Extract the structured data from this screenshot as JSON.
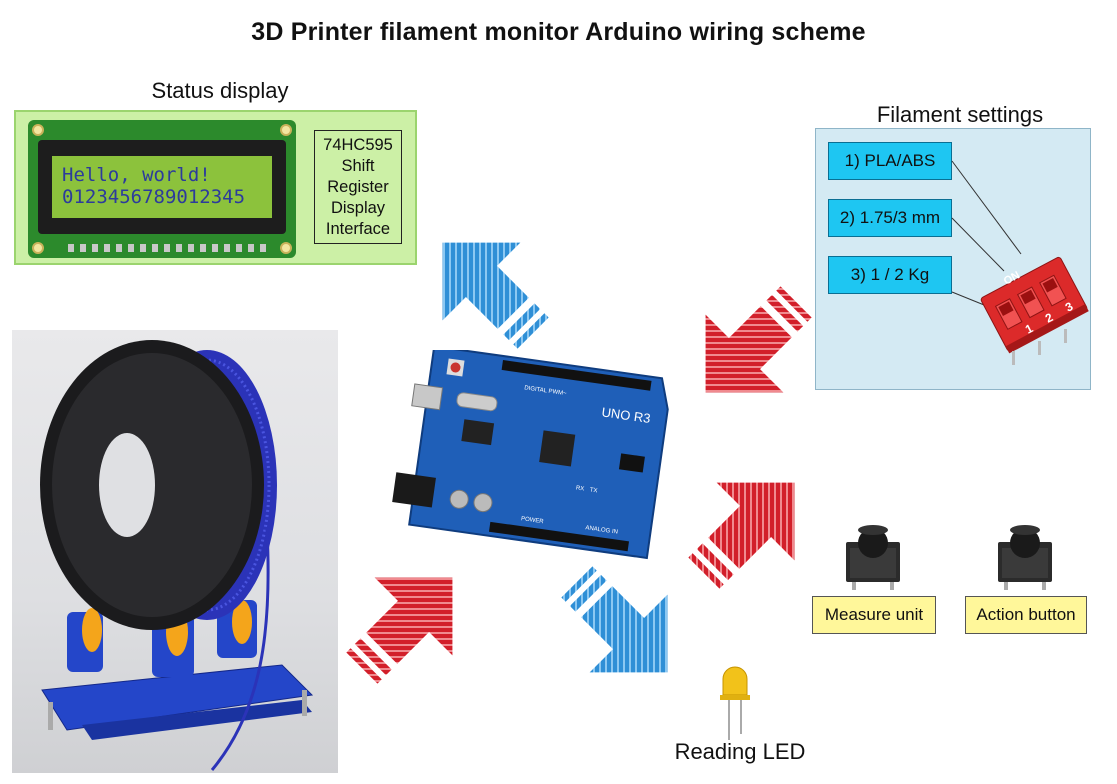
{
  "title": "3D Printer filament monitor Arduino wiring scheme",
  "status_display": {
    "caption": "Status display",
    "lcd_lines": [
      "Hello, world!",
      "0123456789012345"
    ],
    "shift_register_lines": [
      "74HC595",
      "Shift",
      "Register",
      "Display",
      "Interface"
    ]
  },
  "filament_settings": {
    "caption": "Filament settings",
    "options": [
      "1) PLA/ABS",
      "2) 1.75/3 mm",
      "3) 1 / 2 Kg"
    ],
    "dip_on_label": "ON",
    "dip_numbers": [
      "1",
      "2",
      "3"
    ]
  },
  "board": {
    "label": "UNO R3",
    "silkscreen": [
      "DIGITAL PWM~",
      "POWER",
      "ANALOG IN",
      "RX",
      "TX"
    ]
  },
  "buttons": {
    "measure_label": "Measure unit",
    "action_label": "Action button"
  },
  "led": {
    "caption": "Reading LED"
  },
  "colors": {
    "out_arrow": "#2f8fd6",
    "in_arrow": "#d21f2a",
    "status_panel": "#ccf0a6",
    "settings_panel": "#d4eaf3",
    "setting_box": "#1ec6f2",
    "button_label": "#fff79a"
  }
}
